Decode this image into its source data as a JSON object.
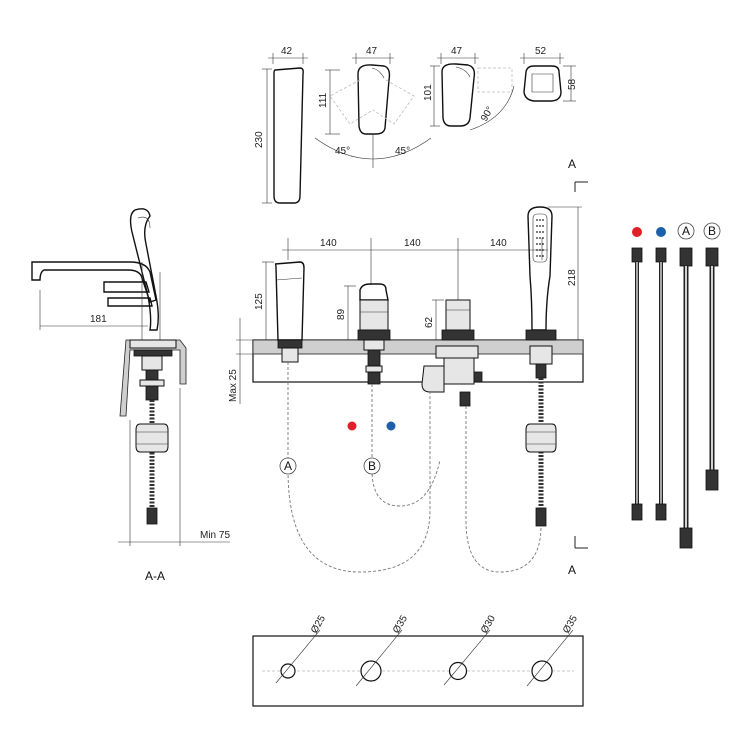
{
  "dimensions": {
    "handle_width_1": "42",
    "handle_width_2": "47",
    "handle_width_3": "47",
    "handle_width_4": "52",
    "height_230": "230",
    "height_111": "111",
    "height_101": "101",
    "height_58": "58",
    "angle_left": "45°",
    "angle_right": "45°",
    "angle_90": "90°",
    "spacing_1": "140",
    "spacing_2": "140",
    "spacing_3": "140",
    "height_125": "125",
    "height_89": "89",
    "height_62": "62",
    "height_218": "218",
    "max_deck": "Max 25",
    "reach_181": "181",
    "min_75": "Min 75",
    "hole_1": "Ø25",
    "hole_2": "Ø35",
    "hole_3": "Ø30",
    "hole_4": "Ø35"
  },
  "labels": {
    "section_top": "A",
    "section_bottom": "A",
    "section_view": "A-A",
    "hose_a": "A",
    "hose_b": "B",
    "legend_a": "A",
    "legend_b": "B"
  },
  "colors": {
    "hot": "#e01f26",
    "cold": "#1d5fa8"
  }
}
